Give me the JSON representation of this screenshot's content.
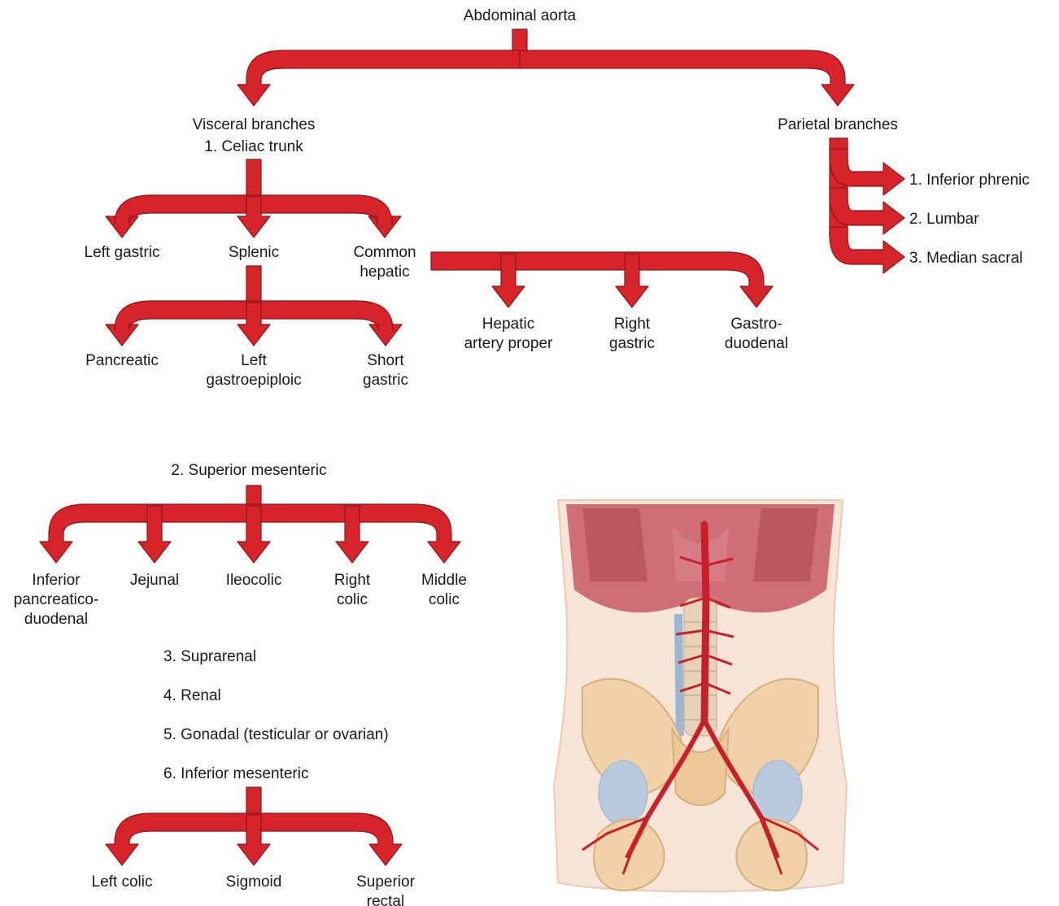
{
  "colors": {
    "arrow": "#d7242a",
    "arrow_edge": "#8e1418",
    "text": "#1a1a1a"
  },
  "labels": {
    "root": "Abdominal aorta",
    "visceral": "Visceral branches",
    "celiac": "1. Celiac trunk",
    "parietal": "Parietal branches",
    "inferior_phrenic": "1. Inferior phrenic",
    "lumbar": "2. Lumbar",
    "median_sacral": "3. Median sacral",
    "left_gastric": "Left gastric",
    "splenic": "Splenic",
    "common_hepatic": "Common\nhepatic",
    "hepatic_artery_proper": "Hepatic\nartery proper",
    "right_gastric": "Right\ngastric",
    "gastroduodenal": "Gastro-\nduodenal",
    "pancreatic": "Pancreatic",
    "left_gastroepiploic": "Left\ngastroepiploic",
    "short_gastric": "Short\ngastric",
    "superior_mesenteric": "2. Superior mesenteric",
    "inferior_pancreaticoduodenal": "Inferior\npancreatico-\nduodenal",
    "jejunal": "Jejunal",
    "ileocolic": "Ileocolic",
    "right_colic": "Right\ncolic",
    "middle_colic": "Middle\ncolic",
    "suprarenal": "3. Suprarenal",
    "renal": "4. Renal",
    "gonadal": "5. Gonadal (testicular or ovarian)",
    "inferior_mesenteric": "6. Inferior mesenteric",
    "left_colic": "Left colic",
    "sigmoid": "Sigmoid",
    "superior_rectal": "Superior\nrectal"
  },
  "illustration": {
    "icon": "abdominal-aorta-anatomy-illustration"
  }
}
